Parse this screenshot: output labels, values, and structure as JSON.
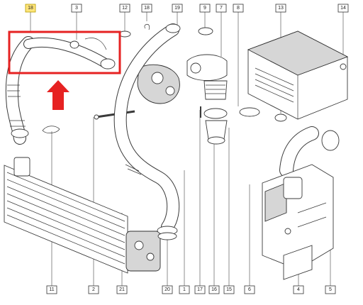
{
  "diagram": {
    "highlighted_callout": "18",
    "highlight_color": "#e62222",
    "callouts": {
      "top_18": "18",
      "top_3": "3",
      "top_12": "12",
      "top_18b": "18",
      "top_19": "19",
      "top_9": "9",
      "top_7": "7",
      "top_8": "8",
      "top_13": "13",
      "top_14": "14",
      "bot_11": "11",
      "bot_2": "2",
      "bot_21": "21",
      "bot_20": "20",
      "bot_1": "1",
      "bot_17": "17",
      "bot_16": "16",
      "bot_15": "15",
      "bot_6": "6",
      "bot_4": "4",
      "bot_5": "5"
    }
  }
}
